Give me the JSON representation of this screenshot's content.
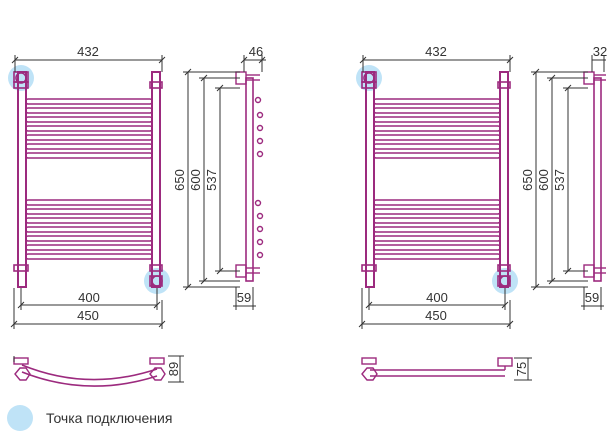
{
  "left": {
    "width_top": "432",
    "depth_top": "46",
    "height_650": "650",
    "height_600": "600",
    "height_537": "537",
    "axis_400": "400",
    "width_450": "450",
    "offset_59": "59",
    "side_depth": "89"
  },
  "right": {
    "width_top": "432",
    "depth_top": "32",
    "height_650": "650",
    "height_600": "600",
    "height_537": "537",
    "axis_400": "400",
    "width_450": "450",
    "offset_59": "59",
    "side_depth": "75"
  },
  "legend": {
    "label": "Точка подключения"
  },
  "colors": {
    "pipe": "#9c2a7e",
    "dimension": "#333333",
    "connection_point": "#bfe3f7"
  }
}
